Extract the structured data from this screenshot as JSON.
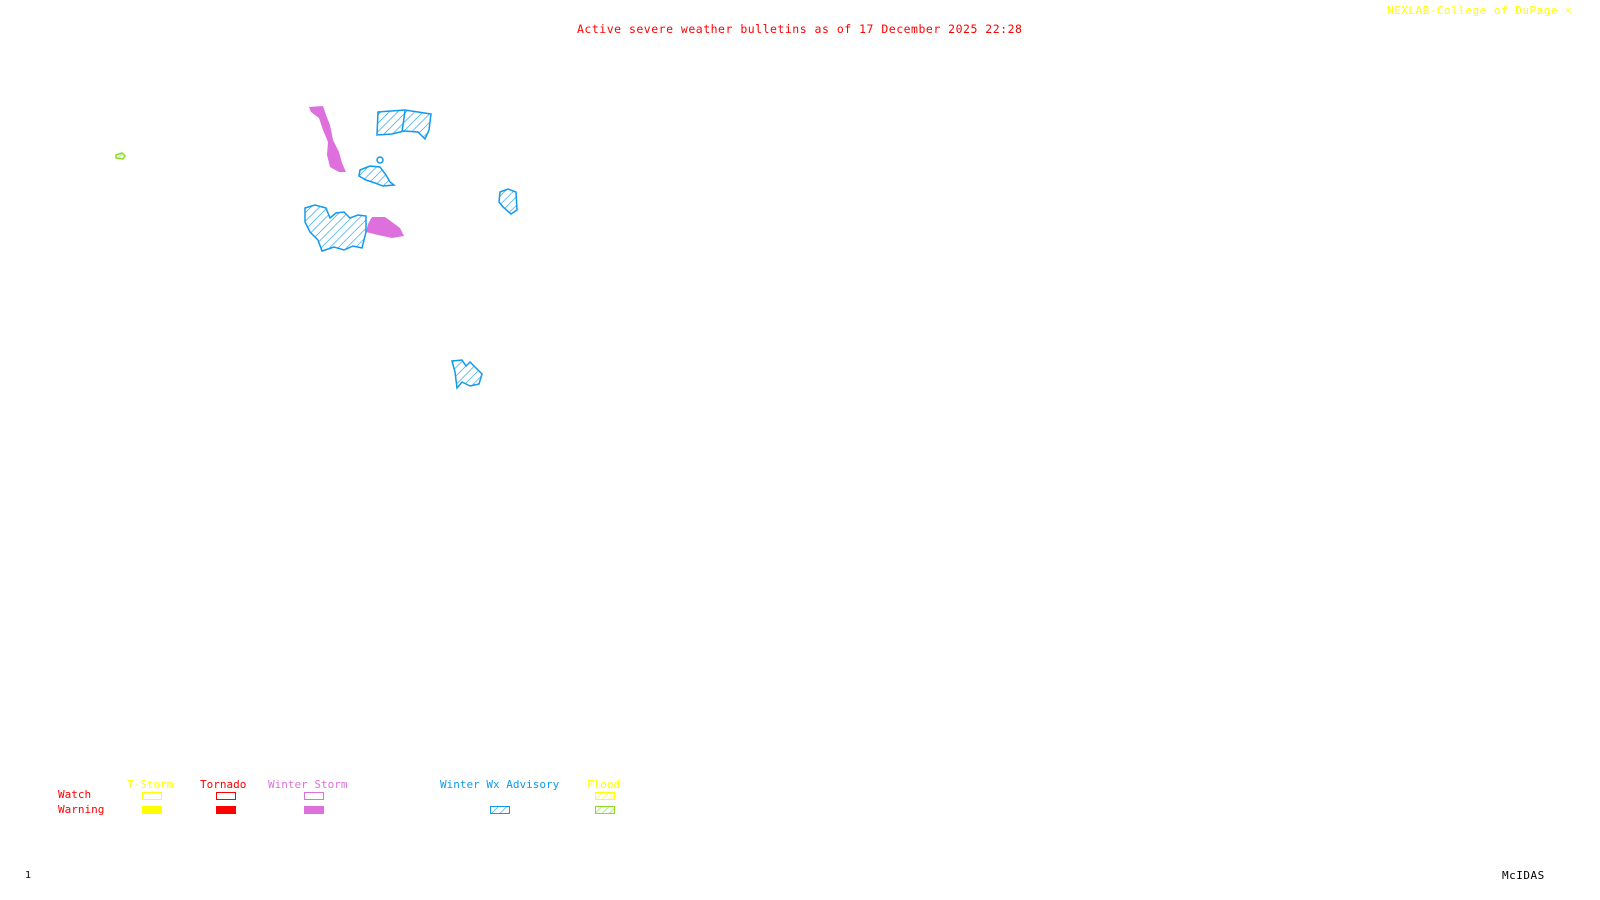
{
  "header": {
    "title": "Active severe weather bulletins as of 17 December 2025 22:28",
    "credit": "NEXLAB-College of DuPage",
    "credit_icon": "arrow-icon"
  },
  "footer": {
    "frame_number": "1",
    "software": "McIDAS"
  },
  "legend": {
    "row_labels": {
      "watch": "Watch",
      "warning": "Warning"
    },
    "row_label_color": "#ff0000",
    "categories": [
      {
        "name": "T-Storm",
        "color": "#ffff00",
        "watch": "outline",
        "warning": "solid"
      },
      {
        "name": "Tornado",
        "color": "#ff0000",
        "watch": "outline",
        "warning": "solid"
      },
      {
        "name": "Winter Storm",
        "color": "#dd70dd",
        "watch": "outline",
        "warning": "solid"
      },
      {
        "name": "Winter Wx Advisory",
        "color": "#1199ee",
        "watch": null,
        "warning": "hatched"
      },
      {
        "name": "Flood",
        "color": "#ffff00",
        "watch": "hatched",
        "warning": "hatched",
        "warning_color": "#88dd22"
      }
    ]
  },
  "map_regions": [
    {
      "type": "Winter Storm Warning",
      "color": "#dd70dd",
      "fill": "solid"
    },
    {
      "type": "Winter Wx Advisory",
      "color": "#1199ee",
      "fill": "hatched"
    },
    {
      "type": "Flood Warning",
      "color": "#88dd22",
      "fill": "hatched"
    }
  ]
}
